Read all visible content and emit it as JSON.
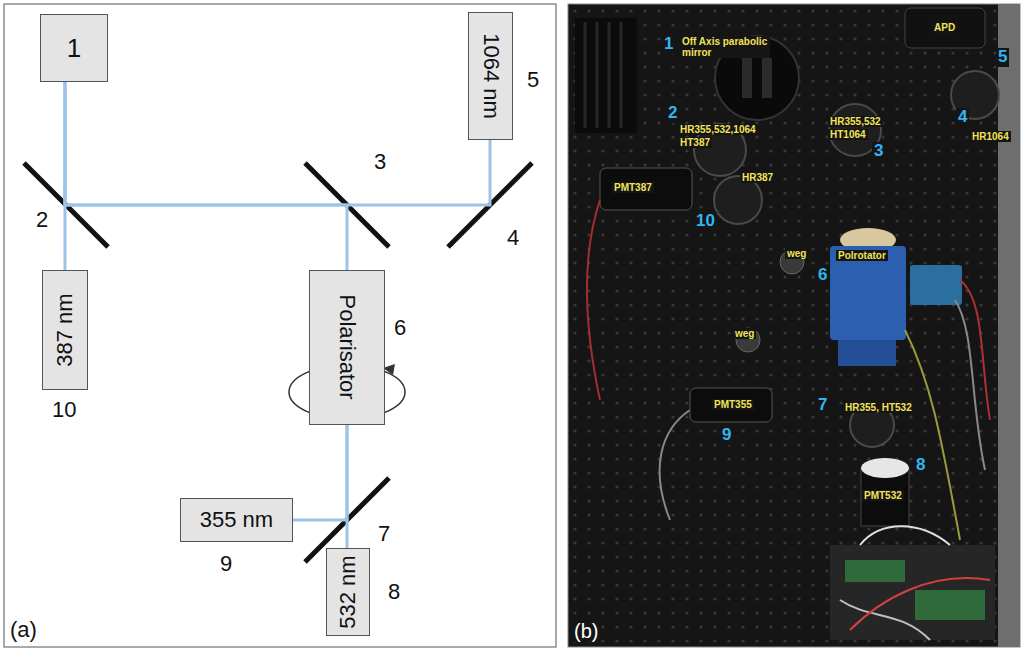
{
  "diagram": {
    "nodes": [
      {
        "text": [
          "1"
        ]
      },
      {
        "text": [
          "1064 nm"
        ]
      },
      {
        "text": [
          "387 nm"
        ]
      },
      {
        "text": [
          "Polarisator"
        ]
      },
      {
        "text": [
          "355 nm"
        ]
      },
      {
        "text": [
          "532 nm"
        ]
      }
    ],
    "edges": [
      {
        "from": 0,
        "to": 2,
        "arrow": "none"
      },
      {
        "from": 0,
        "to": 1,
        "arrow": "none"
      },
      {
        "from": 0,
        "to": 3,
        "arrow": "none"
      },
      {
        "from": 3,
        "to": 4,
        "arrow": "none"
      },
      {
        "from": 3,
        "to": 5,
        "arrow": "none"
      }
    ],
    "labels": [
      "2",
      "3",
      "4",
      "5",
      "10",
      "6",
      "7",
      "9",
      "8",
      "(a)",
      "1",
      "Off Axis parabolic mirror",
      "APD",
      "5",
      "2",
      "HR355,532,1064",
      "HT387",
      "3",
      "HR355,532",
      "HT1064",
      "4",
      "HR1064",
      "PMT387",
      "10",
      "HR387",
      "weg",
      "6",
      "Polrotator",
      "weg",
      "7",
      "HR355, HT532",
      "PMT355",
      "9",
      "PMT532",
      "8",
      "(b)"
    ]
  }
}
